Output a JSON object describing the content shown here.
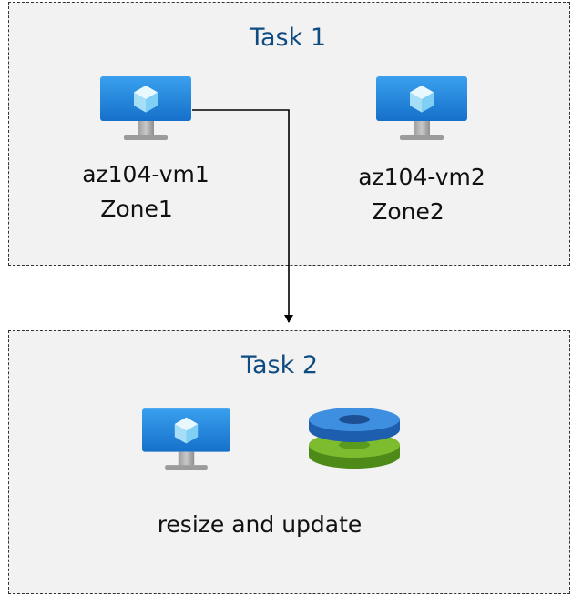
{
  "task1": {
    "title": "Task 1",
    "vms": [
      {
        "name": "az104-vm1",
        "zone": "Zone1",
        "icon": "virtual-machine-icon"
      },
      {
        "name": "az104-vm2",
        "zone": "Zone2",
        "icon": "virtual-machine-icon"
      }
    ]
  },
  "task2": {
    "title": "Task 2",
    "icons": [
      "virtual-machine-icon",
      "managed-disk-icon"
    ],
    "caption": "resize and update"
  },
  "colors": {
    "title": "#0f4c81",
    "panel_background": "#f2f2f2",
    "border": "#333333",
    "monitor": "#1f8be0",
    "disk_top": "#2f7fd4",
    "disk_bottom": "#6fae22"
  }
}
